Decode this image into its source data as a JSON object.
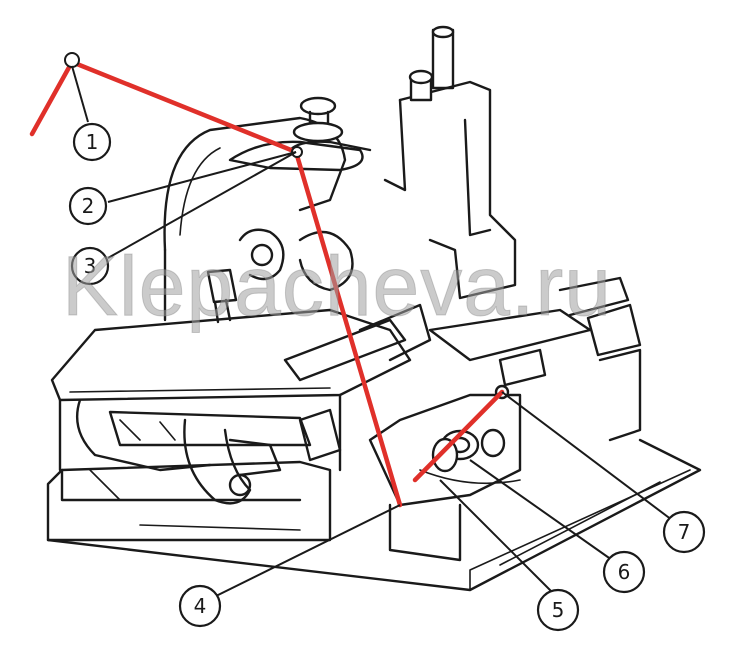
{
  "watermark": {
    "text": "Klepacheva.ru"
  },
  "colors": {
    "thread": "#e0302a",
    "ink": "#1a1a1a",
    "background": "#ffffff"
  },
  "callouts": [
    {
      "id": "1",
      "label": "1"
    },
    {
      "id": "2",
      "label": "2"
    },
    {
      "id": "3",
      "label": "3"
    },
    {
      "id": "4",
      "label": "4"
    },
    {
      "id": "5",
      "label": "5"
    },
    {
      "id": "6",
      "label": "6"
    },
    {
      "id": "7",
      "label": "7"
    }
  ]
}
